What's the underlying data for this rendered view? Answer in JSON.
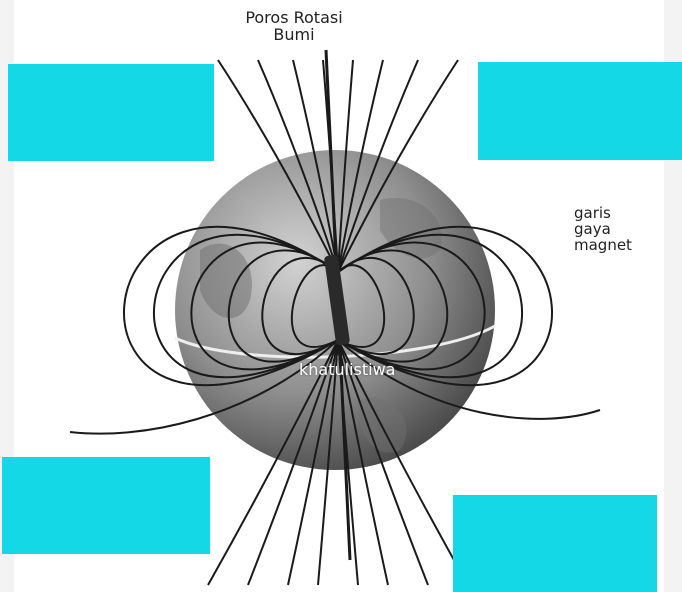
{
  "labels": {
    "axis_line1": "Poros Rotasi",
    "axis_line2": "Bumi",
    "field_line1": "garis",
    "field_line2": "gaya",
    "field_line3": "magnet",
    "equator": "khatulistiwa"
  },
  "answer_boxes": [
    {
      "id": "top-left",
      "text": ""
    },
    {
      "id": "top-right",
      "text": ""
    },
    {
      "id": "bottom-left",
      "text": ""
    },
    {
      "id": "bottom-right",
      "text": ""
    }
  ],
  "colors": {
    "answer_box": "#14d8e6",
    "field_line": "#1a1a1a",
    "globe": "#8a8a8a"
  }
}
